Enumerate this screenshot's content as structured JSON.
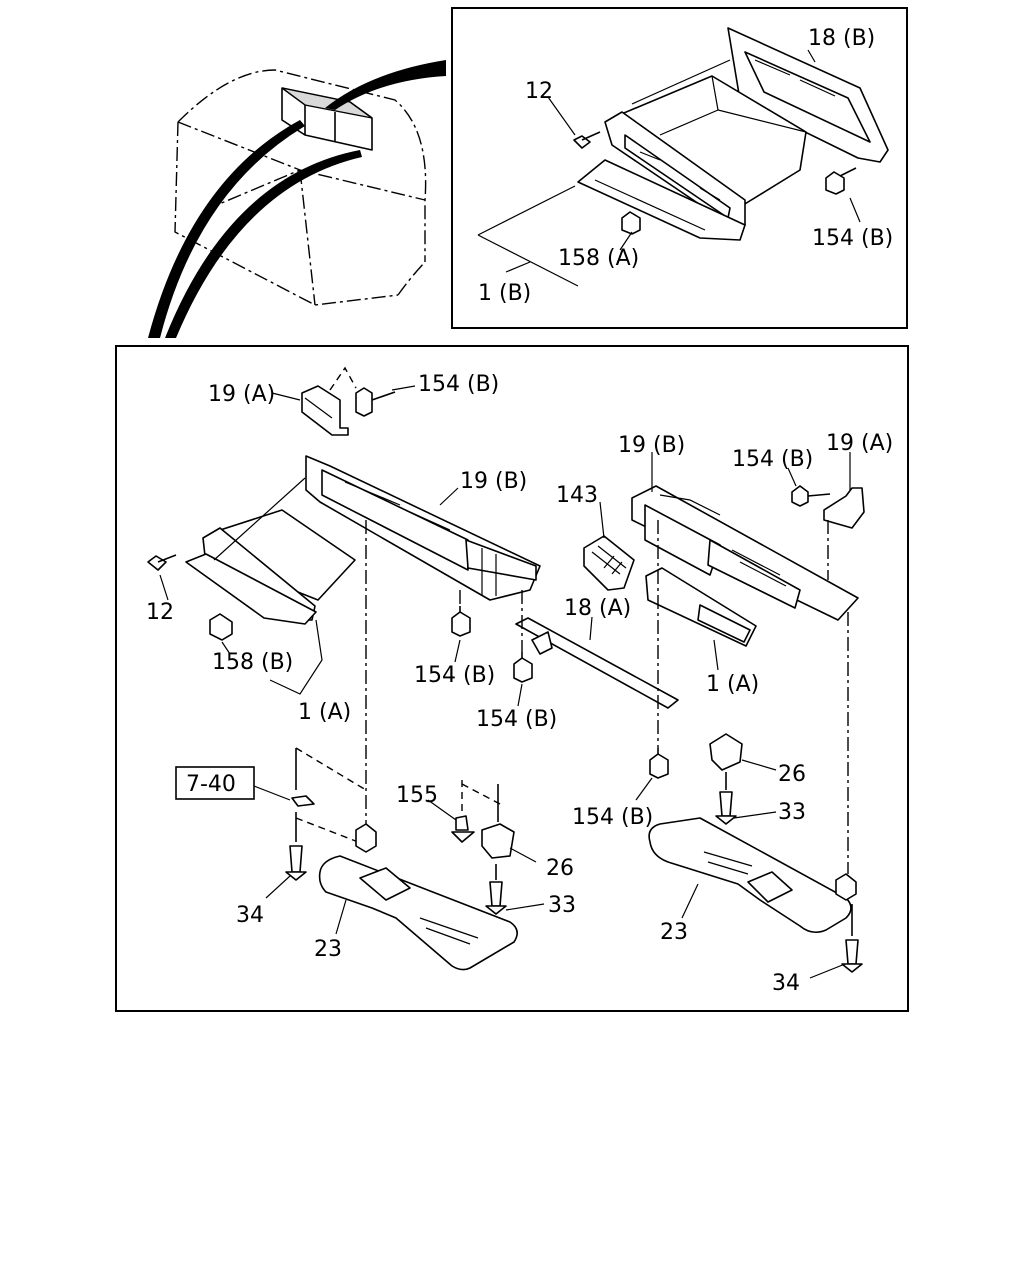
{
  "labels": {
    "top_18b": "18 (B)",
    "top_12": "12",
    "top_154b": "154 (B)",
    "top_158a": "158 (A)",
    "top_1b": "1 (B)",
    "m_19a_left": "19 (A)",
    "m_154b_top": "154 (B)",
    "m_19b_left": "19 (B)",
    "m_12": "12",
    "m_158b": "158 (B)",
    "m_1a_left": "1 (A)",
    "m_154b_mid": "154 (B)",
    "m_154b_low": "154 (B)",
    "m_143": "143",
    "m_18a": "18 (A)",
    "m_19b_right": "19 (B)",
    "m_154b_right": "154 (B)",
    "m_19a_right": "19 (A)",
    "m_1a_right": "1 (A)",
    "m_154b_bot": "154 (B)",
    "ref_740": "7-40",
    "m_155": "155",
    "m_26_left": "26",
    "m_33_left": "33",
    "m_34_left": "34",
    "m_23_left": "23",
    "m_26_right": "26",
    "m_33_right": "33",
    "m_23_right": "23",
    "m_34_right": "34"
  }
}
